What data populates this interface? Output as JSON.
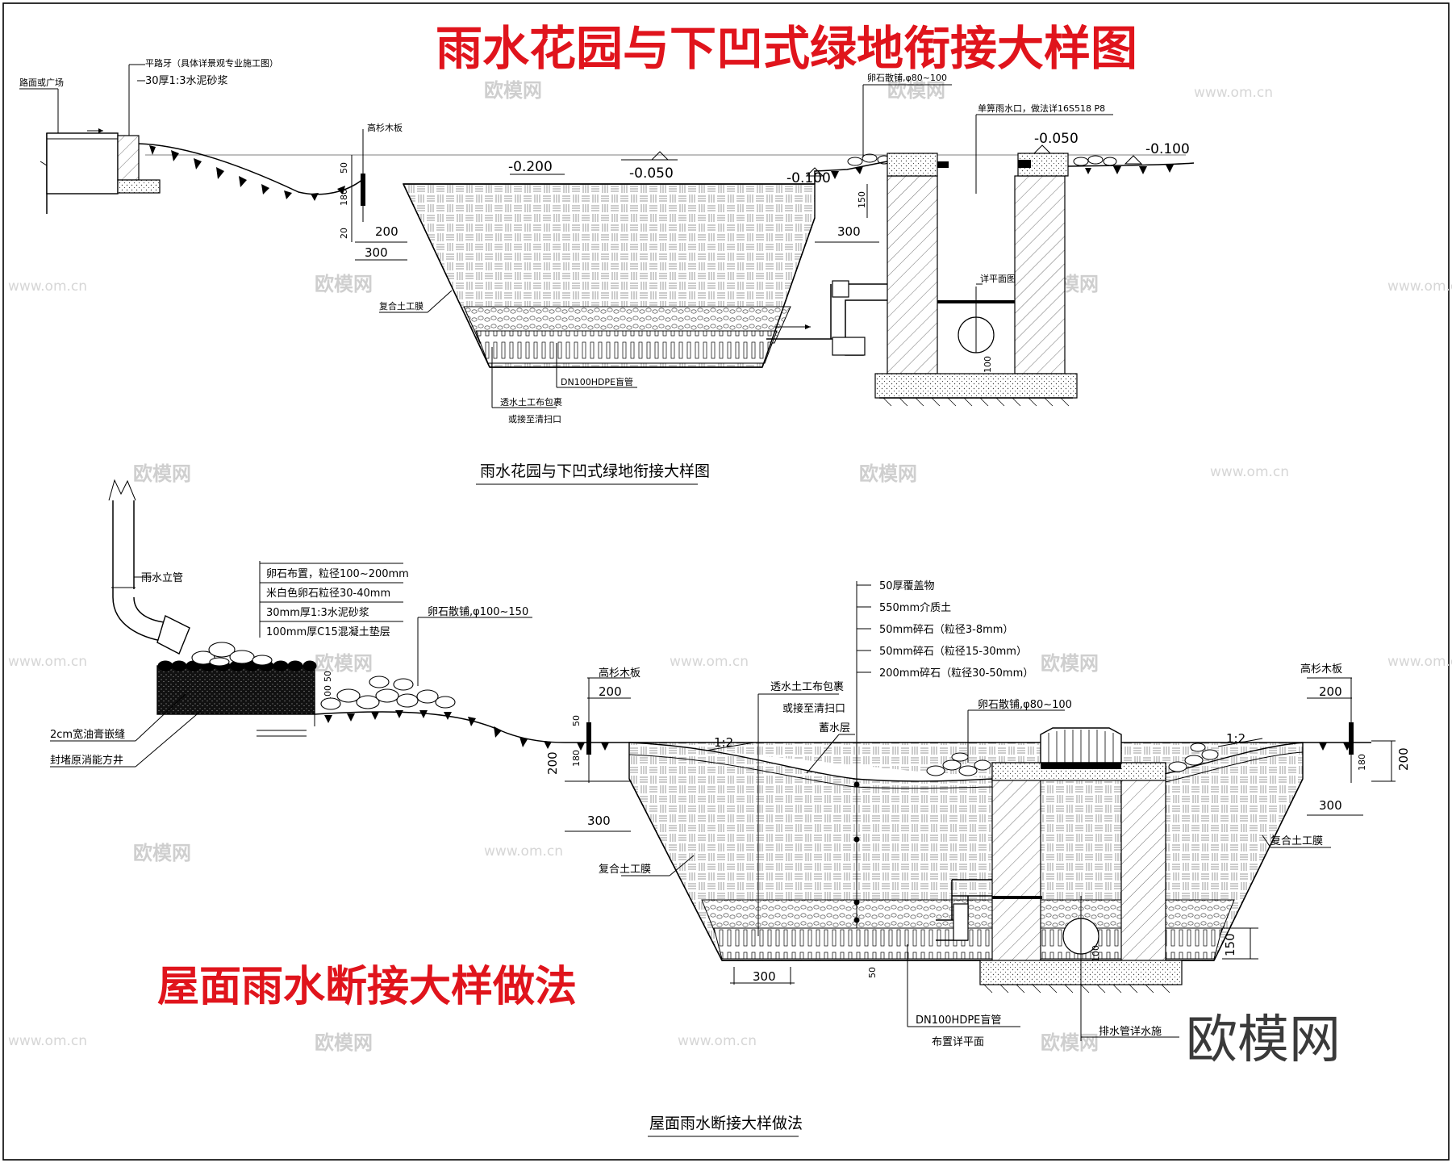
{
  "top": {
    "title": "雨水花园与下凹式绿地衔接大样图",
    "caption": "雨水花园与下凹式绿地衔接大样图",
    "labels": {
      "road": "路面或广场",
      "curb": "平路牙（具体详景观专业施工图）",
      "mortar": "30厚1:3水泥砂浆",
      "board": "高杉木板",
      "pebble": "卵石散铺,φ80~100",
      "inlet": "单箅雨水口，做法详16S518 P8",
      "detail": "详平面图",
      "membrane": "复合土工膜",
      "pipe": "DN100HDPE盲管",
      "wrap1": "透水土工布包裹",
      "wrap2": "或接至清扫口"
    },
    "elevations": [
      "-0.200",
      "-0.050",
      "-0.100",
      "-0.050",
      "-0.100"
    ],
    "dims": [
      "50",
      "180",
      "200",
      "20",
      "300",
      "150",
      "300",
      "100"
    ]
  },
  "bottom": {
    "title": "屋面雨水断接大样做法",
    "caption": "屋面雨水断接大样做法",
    "labels": {
      "downpipe": "雨水立管",
      "layer1": "卵石布置，粒径100~200mm",
      "layer2": "米白色卵石粒径30-40mm",
      "layer3": "30mm厚1:3水泥砂浆",
      "layer4": "100mm厚C15混凝土垫层",
      "pebble1": "卵石散铺,φ100~150",
      "joint": "2cm宽油膏嵌缝",
      "well": "封堵原消能方井",
      "board_l": "高杉木板",
      "board_r": "高杉木板",
      "wrap1": "透水土工布包裹",
      "wrap2": "或接至清扫口",
      "storage": "蓄水层",
      "pebble2": "卵石散铺,φ80~100",
      "membrane_l": "复合土工膜",
      "membrane_r": "复合土工膜",
      "pipe": "DN100HDPE盲管",
      "pipe_note": "布置详平面",
      "drain": "排水管详水施",
      "slope": "1:2"
    },
    "layers": [
      "50厚覆盖物",
      "550mm介质土",
      "50mm碎石（粒径3-8mm）",
      "50mm碎石（粒径15-30mm）",
      "200mm碎石（粒径30-50mm）"
    ],
    "dims": [
      "100",
      "50",
      "200",
      "50",
      "180",
      "200",
      "300",
      "200",
      "180",
      "200",
      "300",
      "150",
      "300",
      "50",
      "100"
    ]
  },
  "brand": "欧模网",
  "watermark": {
    "name": "欧模网",
    "url": "www.om.cn"
  }
}
